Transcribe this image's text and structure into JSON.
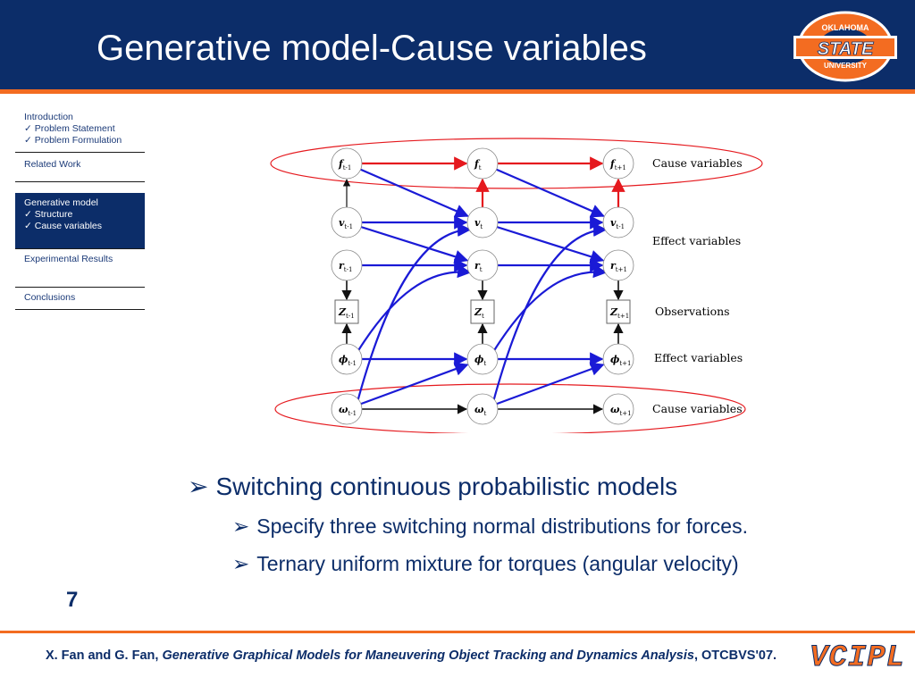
{
  "slide": {
    "title": "Generative model-Cause variables",
    "page_number": "7",
    "logo": {
      "top_text": "OKLAHOMA",
      "main_text": "STATE",
      "bottom_text": "UNIVERSITY"
    }
  },
  "sidebar": [
    {
      "label": "Introduction",
      "items": [
        "Problem Statement",
        "Problem Formulation"
      ],
      "active": false
    },
    {
      "label": "Related Work",
      "items": [],
      "active": false
    },
    {
      "label": "Generative model",
      "items": [
        "Structure",
        "Cause variables"
      ],
      "active": true
    },
    {
      "label": "Experimental Results",
      "items": [],
      "active": false
    },
    {
      "label": "Conclusions",
      "items": [],
      "active": false
    }
  ],
  "sidebar_check": "✓",
  "diagram": {
    "nodes": [
      {
        "id": "f_t-1",
        "letter": "f",
        "sub": "t-1"
      },
      {
        "id": "f_t",
        "letter": "f",
        "sub": "t"
      },
      {
        "id": "f_t+1",
        "letter": "f",
        "sub": "t+1"
      },
      {
        "id": "v_t-1",
        "letter": "v",
        "sub": "t-1"
      },
      {
        "id": "v_t",
        "letter": "v",
        "sub": "t"
      },
      {
        "id": "v_t+1",
        "letter": "v",
        "sub": "t-1"
      },
      {
        "id": "r_t-1",
        "letter": "r",
        "sub": "t-1"
      },
      {
        "id": "r_t",
        "letter": "r",
        "sub": "t"
      },
      {
        "id": "r_t+1",
        "letter": "r",
        "sub": "t+1"
      },
      {
        "id": "Z_t-1",
        "letter": "Z",
        "sub": "t-1"
      },
      {
        "id": "Z_t",
        "letter": "Z",
        "sub": "t"
      },
      {
        "id": "Z_t+1",
        "letter": "Z",
        "sub": "t+1"
      },
      {
        "id": "phi_t-1",
        "letter": "ϕ",
        "sub": "t-1"
      },
      {
        "id": "phi_t",
        "letter": "ϕ",
        "sub": "t"
      },
      {
        "id": "phi_t+1",
        "letter": "ϕ",
        "sub": "t+1"
      },
      {
        "id": "omega_t-1",
        "letter": "ω",
        "sub": "t-1"
      },
      {
        "id": "omega_t",
        "letter": "ω",
        "sub": "t"
      },
      {
        "id": "omega_t+1",
        "letter": "ω",
        "sub": "t+1"
      }
    ],
    "row_labels": [
      "Cause variables",
      "Effect variables",
      "Observations",
      "Effect variables",
      "Cause variables"
    ],
    "colors": {
      "red": "#e5191e",
      "blue": "#1a1ad6",
      "black": "#111111",
      "ellipse": "#e5191e"
    }
  },
  "bullets": {
    "level1": "Switching continuous  probabilistic models",
    "level2": [
      "Specify three switching normal distributions for forces.",
      "Ternary uniform mixture for torques (angular velocity)"
    ],
    "marker": "➢"
  },
  "footer": {
    "authors": "X. Fan and G. Fan,",
    "paper_title": "Generative Graphical Models for Maneuvering Object Tracking and Dynamics Analysis",
    "venue": ", OTCBVS'07.",
    "lab_logo": "VCIPL"
  },
  "colors": {
    "navy": "#0c2d69",
    "orange": "#f36c21",
    "text_blue": "#1b3a78"
  }
}
